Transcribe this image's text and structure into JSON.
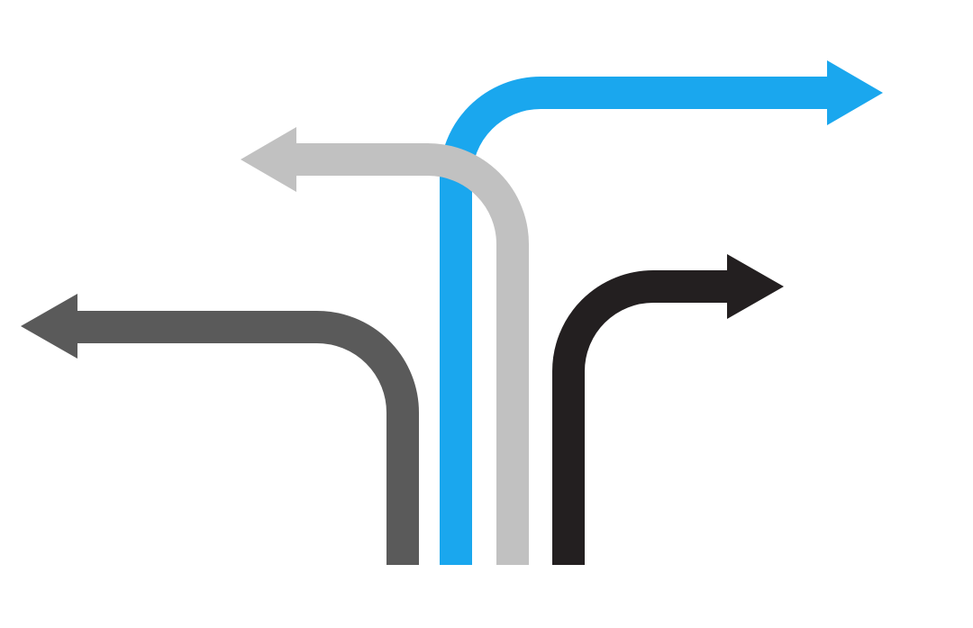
{
  "arrows": [
    {
      "id": "dark-gray-left",
      "direction": "left",
      "color": "#5a5a5a"
    },
    {
      "id": "blue-right",
      "direction": "right",
      "color": "#1aa7ee"
    },
    {
      "id": "light-gray-left",
      "direction": "left",
      "color": "#c1c1c1"
    },
    {
      "id": "black-right",
      "direction": "right",
      "color": "#231f20"
    }
  ]
}
